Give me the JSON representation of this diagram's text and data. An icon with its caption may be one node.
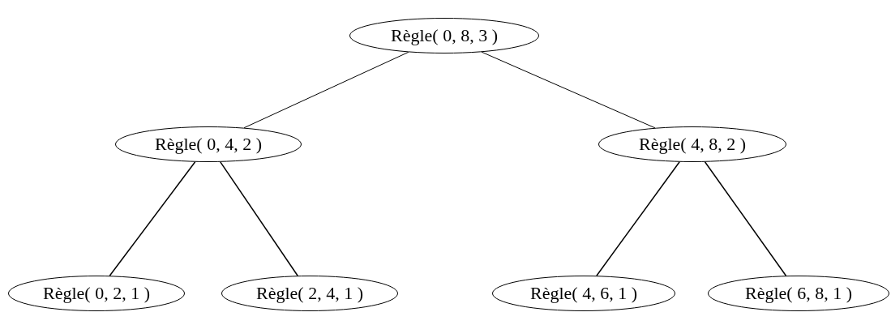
{
  "diagram": {
    "nodes": [
      {
        "text": [
          "Règle( 0, 8, 3 )"
        ]
      },
      {
        "text": [
          "Règle( 0, 4, 2 )"
        ]
      },
      {
        "text": [
          "Règle( 4, 8, 2 )"
        ]
      },
      {
        "text": [
          "Règle( 0, 2, 1 )"
        ]
      },
      {
        "text": [
          "Règle( 2, 4, 1 )"
        ]
      },
      {
        "text": [
          "Règle( 4, 6, 1 )"
        ]
      },
      {
        "text": [
          "Règle( 6, 8, 1 )"
        ]
      }
    ],
    "edges": [
      {
        "from": 0,
        "to": 1,
        "arrow": "none"
      },
      {
        "from": 0,
        "to": 2,
        "arrow": "none"
      },
      {
        "from": 1,
        "to": 3,
        "arrow": "none"
      },
      {
        "from": 1,
        "to": 4,
        "arrow": "none"
      },
      {
        "from": 2,
        "to": 5,
        "arrow": "none"
      },
      {
        "from": 2,
        "to": 6,
        "arrow": "none"
      }
    ]
  }
}
